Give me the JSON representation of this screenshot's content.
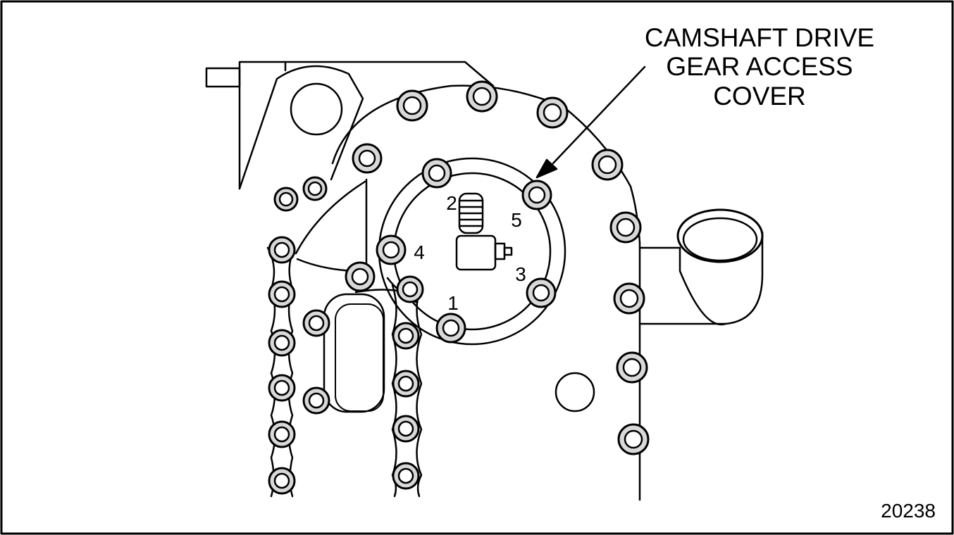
{
  "callout": {
    "lines": [
      "CAMSHAFT DRIVE",
      "GEAR ACCESS",
      "COVER"
    ]
  },
  "bolt_numbers": [
    "1",
    "2",
    "3",
    "4",
    "5"
  ],
  "figure_number": "20238",
  "colors": {
    "line": "#000000",
    "hole_fill": "#d8d8d8",
    "background": "#ffffff"
  }
}
